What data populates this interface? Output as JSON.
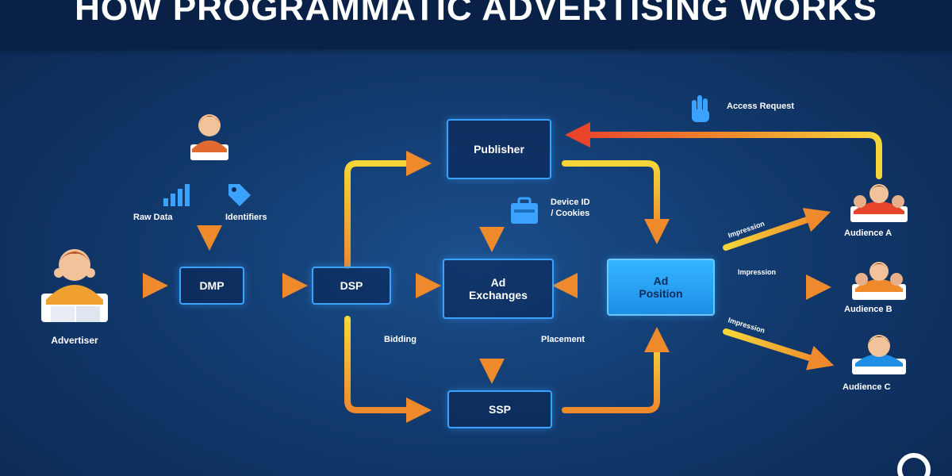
{
  "title": "HOW PROGRAMMATIC ADVERTISING WORKS",
  "nodes": {
    "dmp": "DMP",
    "dsp": "DSP",
    "publisher": "Publisher",
    "ad_exchanges": "Ad\nExchanges",
    "ssp": "SSP",
    "ad_position": "Ad\nPosition"
  },
  "labels": {
    "advertiser": "Advertiser",
    "raw_data": "Raw Data",
    "identifiers": "Identifiers",
    "bidding": "Bidding",
    "placement": "Placement",
    "access_request": "Access Request",
    "device_id": "Device ID\n/ Cookies",
    "impression_a": "Impression",
    "impression_b": "Impression",
    "impression_c": "Impression",
    "audience_a": "Audience A",
    "audience_b": "Audience B",
    "audience_c": "Audience C"
  },
  "colors": {
    "arrow_start": "#f5d63a",
    "arrow_end": "#ef8a2c",
    "arrow_red": "#e8452c",
    "node_border": "#3ba3ff",
    "node_fill": "#2aa2f2"
  }
}
